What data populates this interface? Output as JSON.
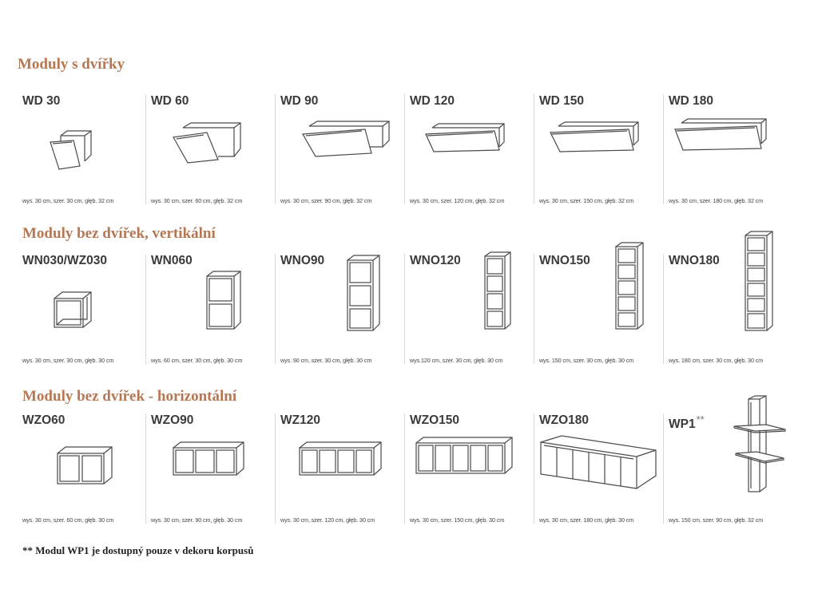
{
  "sections": [
    {
      "title": "Moduly s dvířky",
      "modules": [
        {
          "code": "WD 30",
          "dims": "wys. 30 cm, szer. 30 cm, głęb. 32 cm",
          "drawing": "door-cabinet-icon"
        },
        {
          "code": "WD 60",
          "dims": "wys. 30 cm, szer. 60 cm, głęb. 32 cm",
          "drawing": "door-cabinet-icon"
        },
        {
          "code": "WD 90",
          "dims": "wys. 30 cm, szer. 90 cm, głęb. 32 cm",
          "drawing": "door-cabinet-icon"
        },
        {
          "code": "WD 120",
          "dims": "wys. 30 cm, szer. 120 cm, głęb. 32 cm",
          "drawing": "door-cabinet-icon"
        },
        {
          "code": "WD 150",
          "dims": "wys. 30 cm, szer. 150 cm, głęb. 32 cm",
          "drawing": "door-cabinet-icon"
        },
        {
          "code": "WD 180",
          "dims": "wys. 30 cm, szer. 180 cm, głęb. 32 cm",
          "drawing": "door-cabinet-icon"
        }
      ]
    },
    {
      "title": "Moduly bez dvířek, vertikální",
      "modules": [
        {
          "code": "WN030/WZ030",
          "dims": "wys. 30 cm, szer. 30 cm, głęb. 30 cm",
          "drawing": "open-box-icon"
        },
        {
          "code": "WN060",
          "dims": "wys. 60 cm, szer. 30 cm, głęb. 30 cm",
          "drawing": "vertical-shelf-icon"
        },
        {
          "code": "WNO90",
          "dims": "wys. 90 cm, szer. 30 cm, głęb. 30 cm",
          "drawing": "vertical-shelf-icon"
        },
        {
          "code": "WNO120",
          "dims": "wys.120 cm, szer. 30 cm, głęb. 30 cm",
          "drawing": "vertical-shelf-icon"
        },
        {
          "code": "WNO150",
          "dims": "wys. 150 cm, szer. 30 cm, głęb. 30 cm",
          "drawing": "vertical-shelf-icon"
        },
        {
          "code": "WNO180",
          "dims": "wys. 180 cm, szer. 30 cm, głęb. 30 cm",
          "drawing": "vertical-shelf-icon"
        }
      ]
    },
    {
      "title": "Moduly bez dvířek - horizontální",
      "modules": [
        {
          "code": "WZO60",
          "dims": "wys. 30 cm, szer. 60 cm, głęb. 30 cm",
          "drawing": "horizontal-shelf-icon"
        },
        {
          "code": "WZO90",
          "dims": "wys. 30 cm, szer. 90 cm, głęb. 30 cm",
          "drawing": "horizontal-shelf-icon"
        },
        {
          "code": "WZ120",
          "dims": "wys. 30 cm, szer. 120 cm, głęb. 30 cm",
          "drawing": "horizontal-shelf-icon"
        },
        {
          "code": "WZO150",
          "dims": "wys. 30 cm, szer. 150 cm, głęb. 30 cm",
          "drawing": "horizontal-shelf-icon"
        },
        {
          "code": "WZO180",
          "dims": "wys. 30 cm, szer. 180 cm, głęb. 30 cm",
          "drawing": "horizontal-shelf-icon"
        },
        {
          "code": "WP1",
          "mark": "**",
          "dims": "wys. 150 cm, szer. 90 cm, głęb. 32 cm",
          "drawing": "wall-panel-shelf-icon"
        }
      ]
    }
  ],
  "footnote": "** Modul WP1 je dostupný pouze v dekoru korpusů",
  "colors": {
    "heading": "#b87753",
    "line": "#4a4a4a",
    "separator": "#d9d9d9"
  }
}
